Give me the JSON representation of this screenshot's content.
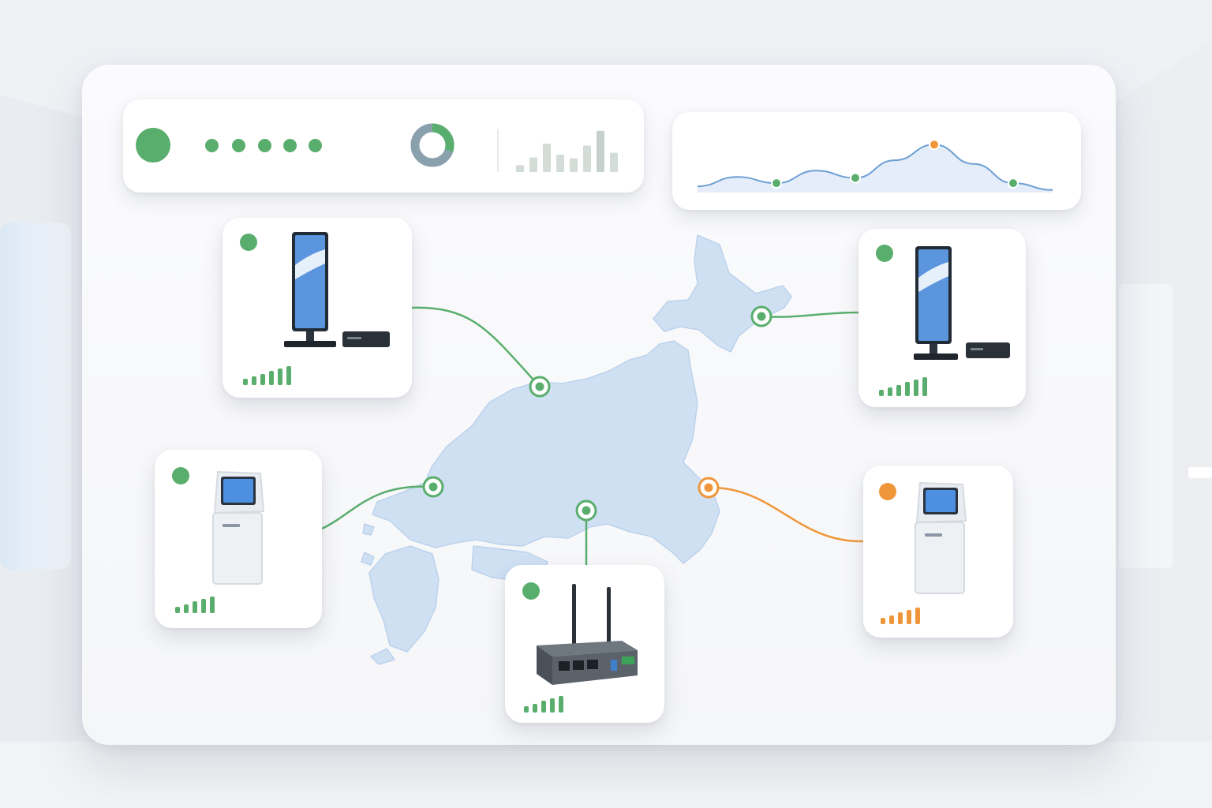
{
  "colors": {
    "online": "#5aae6d",
    "warning": "#f0963a",
    "map_fill": "#cfe0f3",
    "map_stroke": "#bcd2ec",
    "trend_line": "#6d9fd4",
    "trend_fill": "#dde9f7",
    "donut_primary": "#8aa0ac",
    "donut_accent": "#5aae6d",
    "bar_muted": "#d4dcd7"
  },
  "header": {
    "status_dots": [
      "online",
      "online",
      "online",
      "online",
      "online",
      "online"
    ],
    "donut_online_fraction": 0.3,
    "mini_bars": [
      0.15,
      0.32,
      0.62,
      0.38,
      0.3,
      0.58,
      0.9,
      0.42
    ]
  },
  "trend": {
    "values": [
      0.12,
      0.3,
      0.18,
      0.42,
      0.28,
      0.62,
      0.92,
      0.55,
      0.18,
      0.05
    ],
    "markers": [
      {
        "index": 2,
        "status": "online"
      },
      {
        "index": 4,
        "status": "online"
      },
      {
        "index": 6,
        "status": "warning"
      },
      {
        "index": 8,
        "status": "online"
      }
    ]
  },
  "devices": [
    {
      "id": "signage-north",
      "type": "digital-signage",
      "icon": "digital-signage-icon",
      "status": "online",
      "signal_level": 6
    },
    {
      "id": "signage-east",
      "type": "digital-signage",
      "icon": "digital-signage-icon",
      "status": "online",
      "signal_level": 6
    },
    {
      "id": "kiosk-west",
      "type": "kiosk",
      "icon": "kiosk-icon",
      "status": "online",
      "signal_level": 5
    },
    {
      "id": "router-central",
      "type": "router",
      "icon": "router-icon",
      "status": "online",
      "signal_level": 5
    },
    {
      "id": "kiosk-southeast",
      "type": "kiosk",
      "icon": "kiosk-icon",
      "status": "warning",
      "signal_level": 5
    }
  ]
}
